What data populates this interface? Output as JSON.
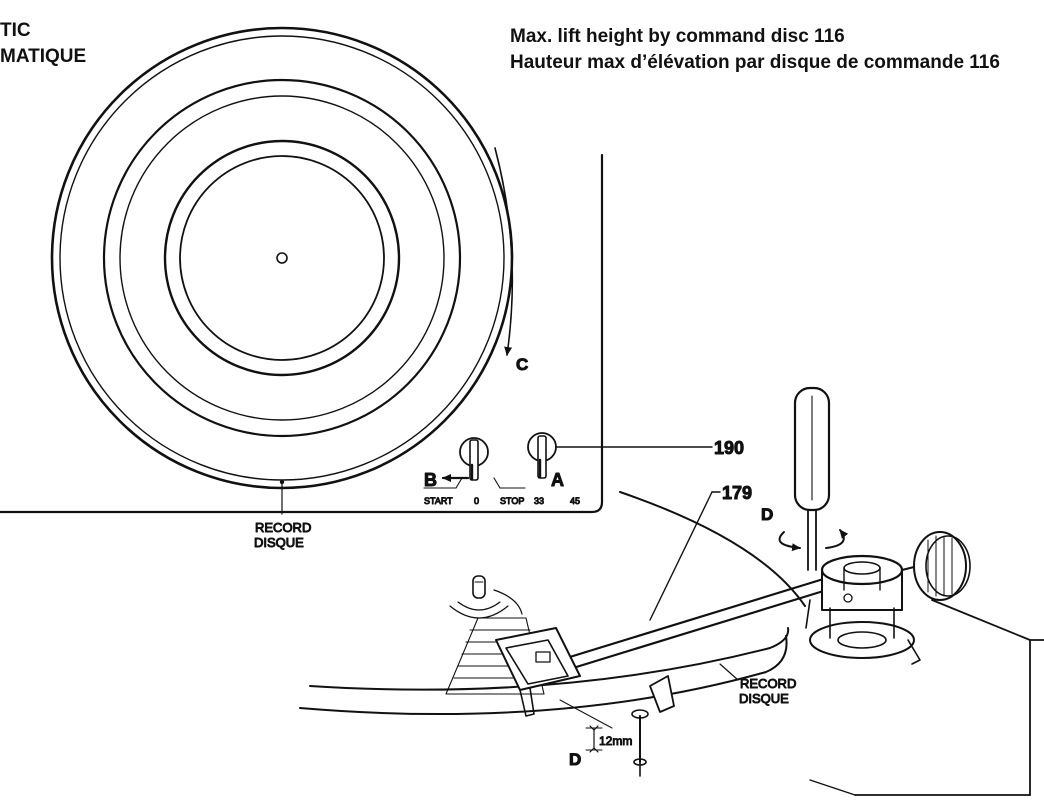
{
  "header_left": {
    "line1": "TIC",
    "line2": "MATIQUE"
  },
  "header_right": {
    "line1": "Max. lift height by command disc 116",
    "line2": "Hauteur max d’élévation par disque de commande 116"
  },
  "callouts": {
    "c": "C",
    "ref_190": "190",
    "ref_179": "179",
    "b": "B",
    "a": "A",
    "d_top": "D",
    "d_bottom": "D",
    "lift": "12mm"
  },
  "switch_scale": {
    "start": "START",
    "zero": "0",
    "stop": "STOP",
    "s33": "33",
    "s45": "45"
  },
  "record_labels": {
    "top": [
      "RECORD",
      "DISQUE"
    ],
    "bottom": [
      "RECORD",
      "DISQUE"
    ]
  },
  "colors": {
    "ink": "#111111",
    "paper": "#ffffff"
  }
}
